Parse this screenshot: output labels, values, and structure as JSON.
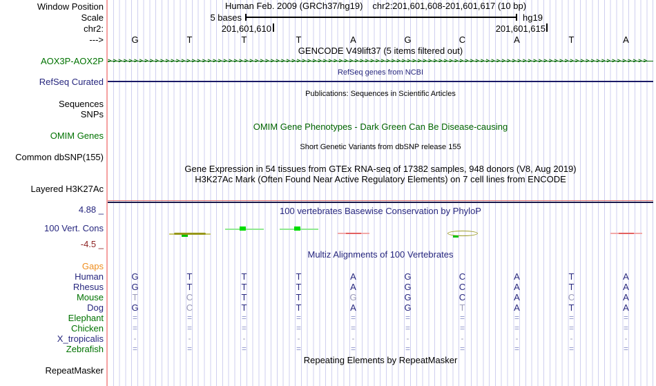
{
  "window": {
    "label": "Window Position",
    "title": "Human Feb. 2009 (GRCh37/hg19)",
    "range": "chr2:201,601,608-201,601,617 (10 bp)"
  },
  "scale": {
    "label": "Scale",
    "value": "5 bases",
    "assembly": "hg19"
  },
  "position": {
    "label": "chr2:",
    "left_coord": "201,601,610",
    "right_coord": "201,601,615",
    "direction": "--->"
  },
  "sequence": {
    "bases": [
      "G",
      "T",
      "T",
      "T",
      "A",
      "G",
      "C",
      "A",
      "T",
      "A"
    ]
  },
  "gencode": {
    "title": "GENCODE V49lift37 (5 items filtered out)",
    "gene_label": "AOX3P-AOX2P"
  },
  "refseq": {
    "title": "RefSeq genes from NCBI",
    "label": "RefSeq Curated"
  },
  "publications": {
    "title": "Publications: Sequences in Scientific Articles",
    "label_sequences": "Sequences",
    "label_snps": "SNPs"
  },
  "omim": {
    "title": "OMIM Gene Phenotypes - Dark Green Can Be Disease-causing",
    "label": "OMIM Genes"
  },
  "dbsnp": {
    "title": "Short Genetic Variants from dbSNP release 155",
    "label": "Common dbSNP(155)"
  },
  "gtex": {
    "title": "Gene Expression in 54 tissues from GTEx RNA-seq of 17382 samples, 948 donors (V8, Aug 2019)"
  },
  "h3k27ac": {
    "title": "H3K27Ac Mark (Often Found Near Active Regulatory Elements) on 7 cell lines from ENCODE",
    "label": "Layered H3K27Ac"
  },
  "conservation": {
    "title": "100 vertebrates Basewise Conservation by PhyloP",
    "label": "100 Vert. Cons",
    "max": "4.88 _",
    "min": "-4.5 _",
    "marks": [
      {
        "base": 1,
        "type": "olive_blob"
      },
      {
        "base": 2,
        "type": "green_peak"
      },
      {
        "base": 3,
        "type": "green_peak"
      },
      {
        "base": 4,
        "type": "red_line"
      },
      {
        "base": 6,
        "type": "olive_ring"
      },
      {
        "base": 9,
        "type": "red_line"
      }
    ]
  },
  "multiz": {
    "title": "Multiz Alignments of 100 Vertebrates",
    "gaps_label": "Gaps",
    "rows": [
      {
        "name": "Human",
        "label_color": "navy",
        "bases": [
          "G",
          "T",
          "T",
          "T",
          "A",
          "G",
          "C",
          "A",
          "T",
          "A"
        ],
        "muted": []
      },
      {
        "name": "Rhesus",
        "label_color": "navy",
        "bases": [
          "G",
          "T",
          "T",
          "T",
          "A",
          "G",
          "C",
          "A",
          "T",
          "A"
        ],
        "muted": []
      },
      {
        "name": "Mouse",
        "label_color": "green",
        "bases": [
          "T",
          "C",
          "T",
          "T",
          "G",
          "G",
          "C",
          "A",
          "C",
          "A"
        ],
        "muted": [
          0,
          1,
          4,
          8
        ]
      },
      {
        "name": "Dog",
        "label_color": "navy",
        "bases": [
          "G",
          "C",
          "T",
          "T",
          "A",
          "G",
          "T",
          "A",
          "T",
          "A"
        ],
        "muted": [
          1,
          6
        ]
      },
      {
        "name": "Elephant",
        "label_color": "green",
        "bases": [
          "=",
          "=",
          "=",
          "=",
          "=",
          "=",
          "=",
          "=",
          "=",
          "="
        ],
        "muted": []
      },
      {
        "name": "Chicken",
        "label_color": "green",
        "bases": [
          "=",
          "=",
          "=",
          "=",
          "=",
          "=",
          "=",
          "=",
          "=",
          "="
        ],
        "muted": []
      },
      {
        "name": "X_tropicalis",
        "label_color": "navy",
        "bases": [
          "-",
          "-",
          "-",
          "-",
          "-",
          "-",
          "-",
          "-",
          "-",
          "-"
        ],
        "muted": []
      },
      {
        "name": "Zebrafish",
        "label_color": "green",
        "bases": [
          "=",
          "=",
          "=",
          "=",
          "=",
          "=",
          "=",
          "=",
          "=",
          "="
        ],
        "muted": []
      }
    ]
  },
  "repeatmasker": {
    "title": "Repeating Elements by RepeatMasker",
    "label": "RepeatMasker"
  },
  "colors": {
    "track_green": "#006600",
    "navy_text": "#26267e",
    "green_text": "#007200",
    "orange_text": "#ef8d1e",
    "maroon_text": "#8e2323",
    "grid_line": "#cfcfef",
    "edge_line": "#f5a0a0",
    "refseq_line": "#1a1a66",
    "h3k27ac_line": "#d96a6a",
    "conservation_peak": "#00dd00",
    "conservation_dip": "#e26060",
    "mismatch_base": "#9a9ab8"
  }
}
